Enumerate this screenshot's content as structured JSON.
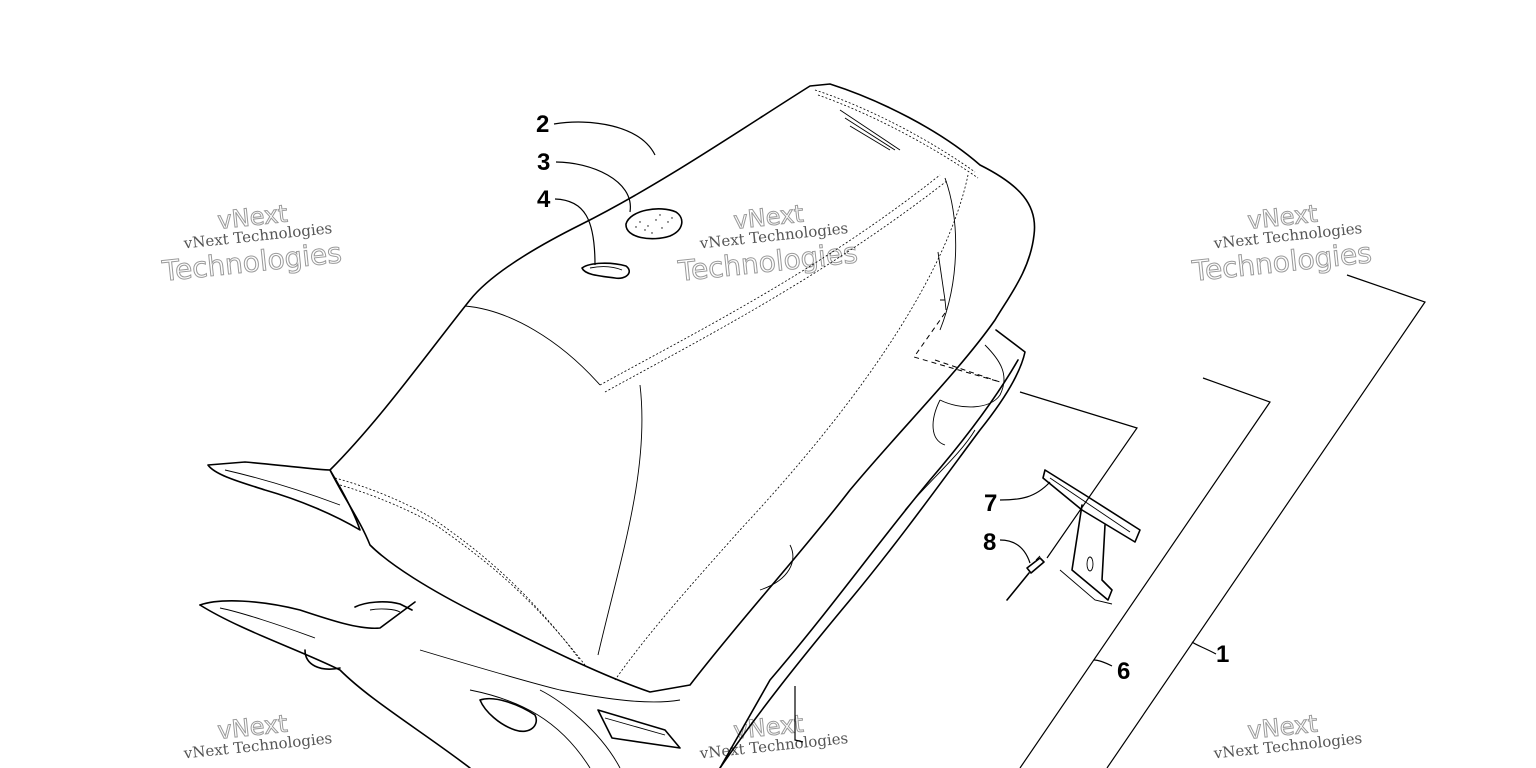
{
  "callouts": {
    "c1": "1",
    "c2": "2",
    "c3": "3",
    "c4": "4",
    "c6": "6",
    "c7": "7",
    "c8": "8"
  },
  "watermark": {
    "line_small": "vNext Technologies",
    "line_big": "Technologies",
    "line_top": "vNext"
  }
}
